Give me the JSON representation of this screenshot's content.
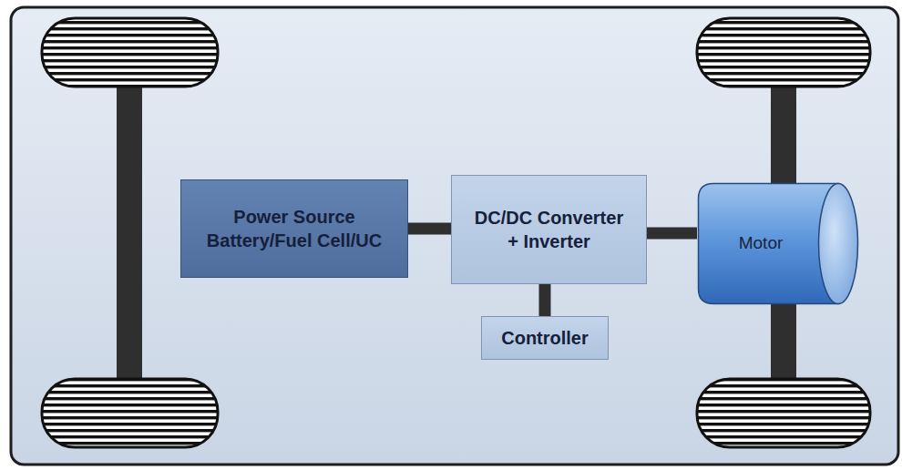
{
  "diagram": {
    "nodes": [
      {
        "text": [
          "Power Source",
          "Battery/Fuel Cell/UC"
        ]
      },
      {
        "text": [
          "DC/DC Converter + Inverter"
        ]
      },
      {
        "text": [
          "Controller"
        ]
      },
      {
        "text": [
          "Motor"
        ]
      }
    ],
    "edges": [
      {
        "from": 0,
        "to": 1,
        "arrow": "none"
      },
      {
        "from": 1,
        "to": 3,
        "arrow": "none"
      },
      {
        "from": 1,
        "to": 2,
        "arrow": "none"
      }
    ]
  }
}
